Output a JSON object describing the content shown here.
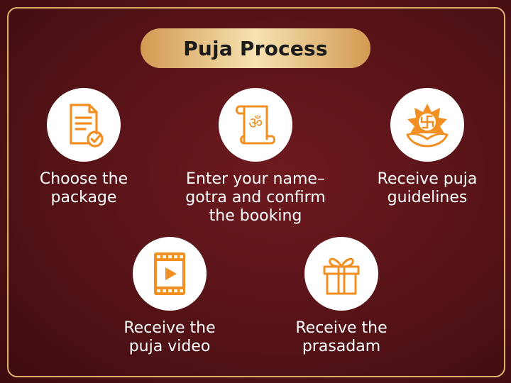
{
  "title": "Puja Process",
  "colors": {
    "accent": "#f28f22",
    "background": "#5a1418",
    "border": "#e1b36a"
  },
  "steps": [
    {
      "icon": "document-check-icon",
      "label_lines": [
        "Choose the",
        "package"
      ]
    },
    {
      "icon": "om-scroll-icon",
      "label_lines": [
        "Enter your name–",
        "gotra and confirm",
        "the booking"
      ]
    },
    {
      "icon": "swastik-lotus-hand-icon",
      "label_lines": [
        "Receive puja",
        "guidelines"
      ]
    },
    {
      "icon": "video-film-icon",
      "label_lines": [
        "Receive the",
        "puja video"
      ]
    },
    {
      "icon": "gift-box-icon",
      "label_lines": [
        "Receive the",
        "prasadam"
      ]
    }
  ]
}
